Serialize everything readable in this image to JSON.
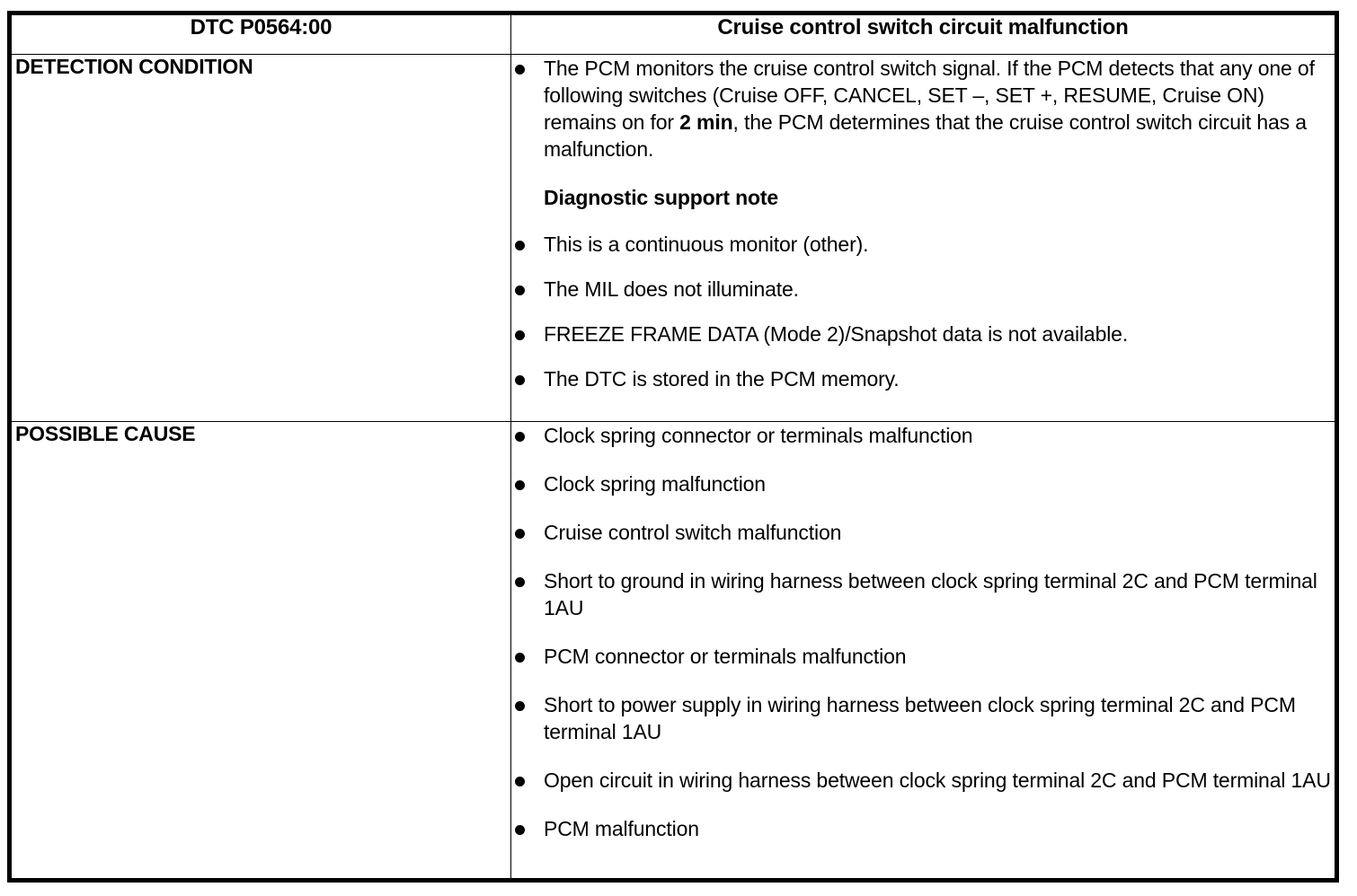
{
  "table": {
    "header": {
      "dtc_code": "DTC P0564:00",
      "fault_name": "Cruise control switch circuit malfunction"
    },
    "rows": [
      {
        "label": "DETECTION CONDITION",
        "intro_bullets": [
          {
            "pre": "The PCM monitors the cruise control switch signal. If the PCM detects that any one of following switches (Cruise OFF, CANCEL, SET –, SET +, RESUME, Cruise ON) remains on for ",
            "strong": "2 min",
            "post": ", the PCM determines that the cruise control switch circuit has a malfunction."
          }
        ],
        "note_heading": "Diagnostic support note",
        "note_bullets": [
          "This is a continuous monitor (other).",
          "The MIL does not illuminate.",
          "FREEZE FRAME DATA (Mode 2)/Snapshot data is not available.",
          "The DTC is stored in the PCM memory."
        ]
      },
      {
        "label": "POSSIBLE CAUSE",
        "bullets": [
          "Clock spring connector or terminals malfunction",
          "Clock spring malfunction",
          "Cruise control switch malfunction",
          "Short to ground in wiring harness between clock spring terminal 2C and PCM terminal 1AU",
          "PCM connector or terminals malfunction",
          "Short to power supply in wiring harness between clock spring terminal 2C and PCM terminal 1AU",
          "Open circuit in wiring harness between clock spring terminal 2C and PCM terminal 1AU",
          "PCM malfunction"
        ]
      }
    ]
  },
  "colors": {
    "ink": "#000000",
    "paper": "#ffffff"
  }
}
